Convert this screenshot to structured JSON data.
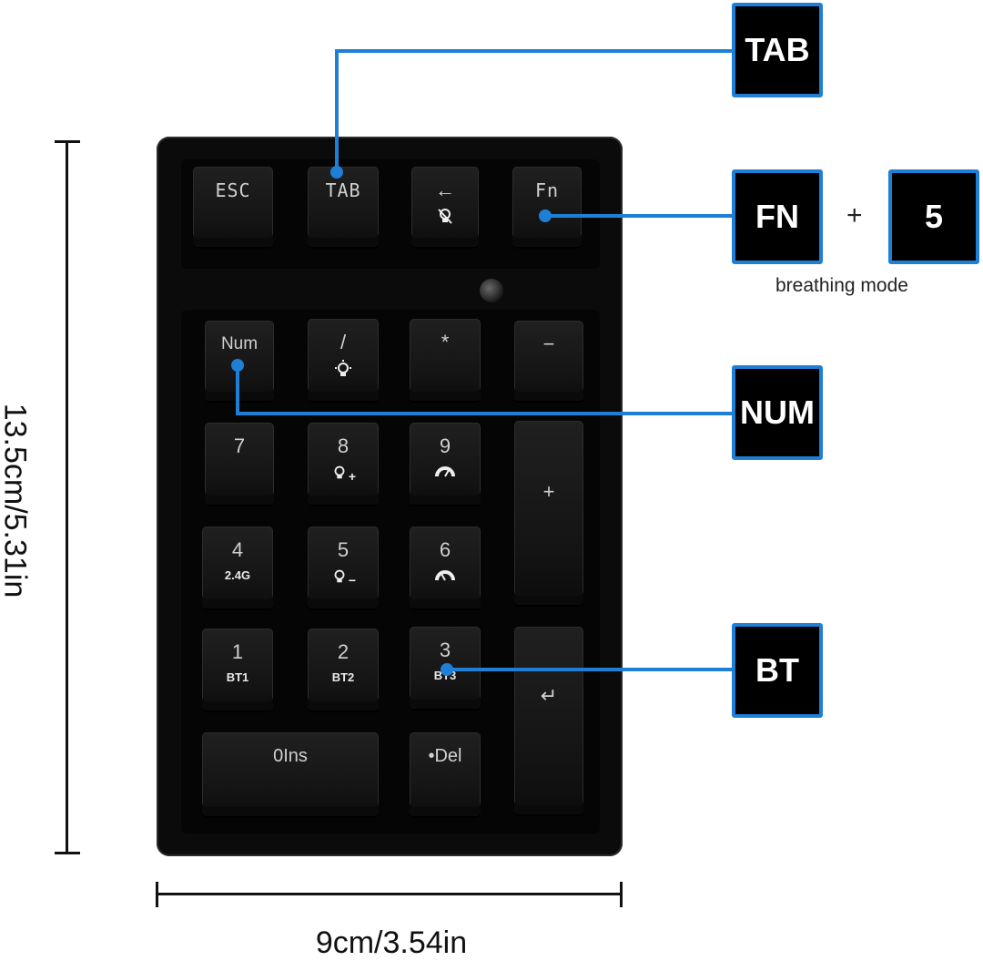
{
  "dimensions": {
    "height_label": "13.5cm/5.31in",
    "width_label": "9cm/3.54in"
  },
  "callouts": {
    "tab": "TAB",
    "fn": "FN",
    "plus": "+",
    "five": "5",
    "breathing_caption": "breathing mode",
    "num": "NUM",
    "bt": "BT"
  },
  "keys": {
    "esc": "ESC",
    "tab": "TAB",
    "back": "←",
    "fn": "Fn",
    "num": "Num",
    "slash": "/",
    "star": "*",
    "minus": "−",
    "k7": "7",
    "k8": "8",
    "k8_sub": "+",
    "k9": "9",
    "plus": "+",
    "k4": "4",
    "k4_sub": "2.4G",
    "k5": "5",
    "k5_sub": "−",
    "k6": "6",
    "k1": "1",
    "k1_sub": "BT1",
    "k2": "2",
    "k2_sub": "BT2",
    "k3": "3",
    "k3_sub": "BT3",
    "enter": "↵",
    "zero": "0Ins",
    "del": "•Del"
  },
  "colors": {
    "accent": "#1f7fd6",
    "keycap": "#141414"
  },
  "icons": [
    "backlight-off-icon",
    "bulb-icon",
    "speed-up-icon",
    "speed-down-icon",
    "enter-arrow-icon"
  ]
}
